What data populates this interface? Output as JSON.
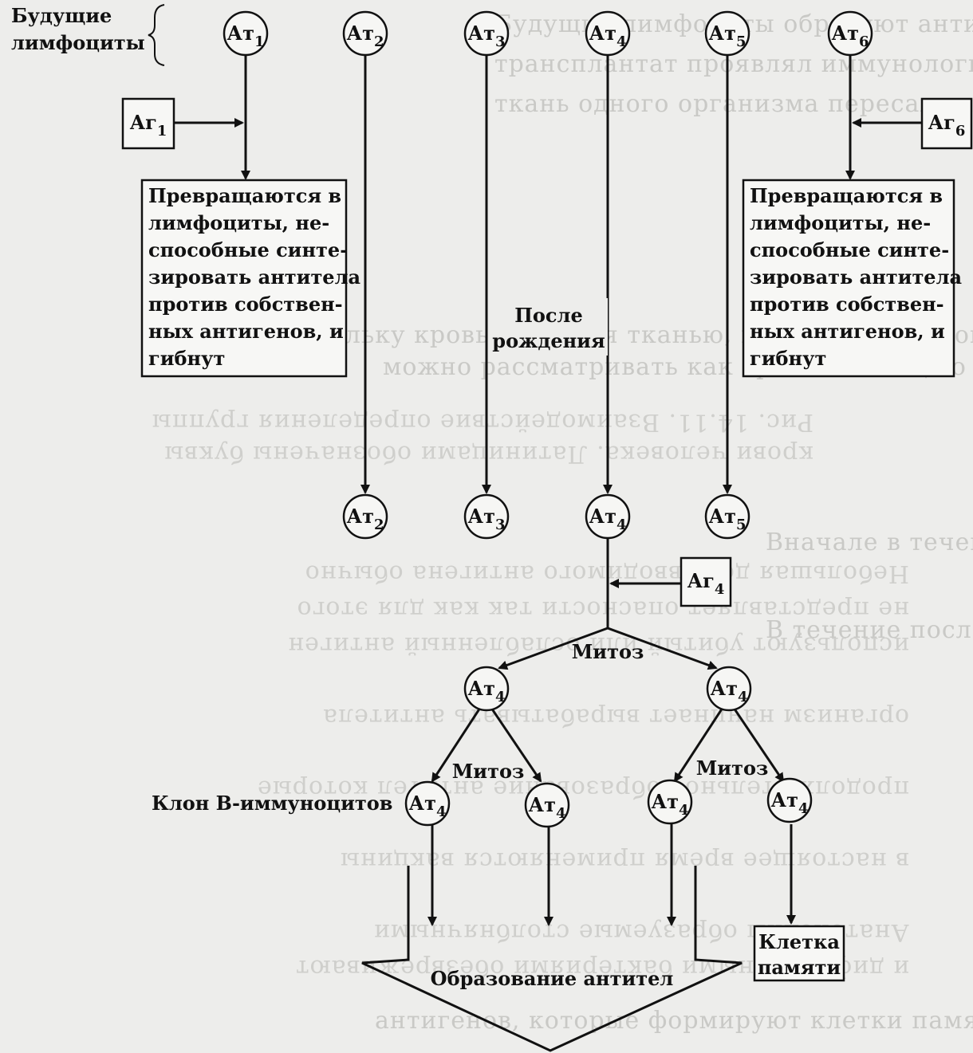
{
  "labels": {
    "future_lymphocytes_line1": "Будущие",
    "future_lymphocytes_line2": "лимфоциты",
    "after_birth_line1": "После",
    "after_birth_line2": "рождения",
    "mitosis": "Митоз",
    "clone": "Клон В-иммуноцитов",
    "antibody_formation": "Образование антител",
    "memory_cell_line1": "Клетка",
    "memory_cell_line2": "памяти"
  },
  "at": {
    "base": "Ат",
    "s1": "1",
    "s2": "2",
    "s3": "3",
    "s4": "4",
    "s5": "5",
    "s6": "6"
  },
  "ag": {
    "base": "Аг",
    "s1": "1",
    "s4": "4",
    "s6": "6"
  },
  "box_text": [
    "Превращаются в",
    "лимфоциты, не-",
    "способные синте-",
    "зировать антитела",
    "против собствен-",
    "ных антигенов, и",
    "гибнут"
  ],
  "background": {
    "lines": [
      "Будущие лимфоциты образуют антигены Обозначения",
      "трансплантат проявлял иммунологическую несовместимость",
      "ткань одного организма пересажена на тот же организм",
      "Поскольку кровь является тканью, переливание крови",
      "можно рассматривать как трансплантацию тканей",
      "Вначале в течение первых дней трансплантат",
      "В течение последующих дней число лимфоцитов",
      "антигенов, которые формируют клетки памяти"
    ],
    "mirror_lines": [
      "Рис. 14.11. Взаимодействие определения группы",
      "крови человека. Латиницами обозначены буквы",
      "Небольшая доза вводимого антигена обычно",
      "не представляет опасности так как для этого",
      "используют убитый или ослабленный антиген",
      "организм начинает вырабатывать антитела",
      "продолжительное образование антител которые",
      "в настоящее время применяются вакцины",
      "Анатоксины образуемые столбнячными",
      "и дифтерийными бактериями обезвреживают"
    ]
  },
  "colors": {
    "ink": "#111111",
    "paper": "#ededeb",
    "ghost": "#c9c9c6"
  }
}
